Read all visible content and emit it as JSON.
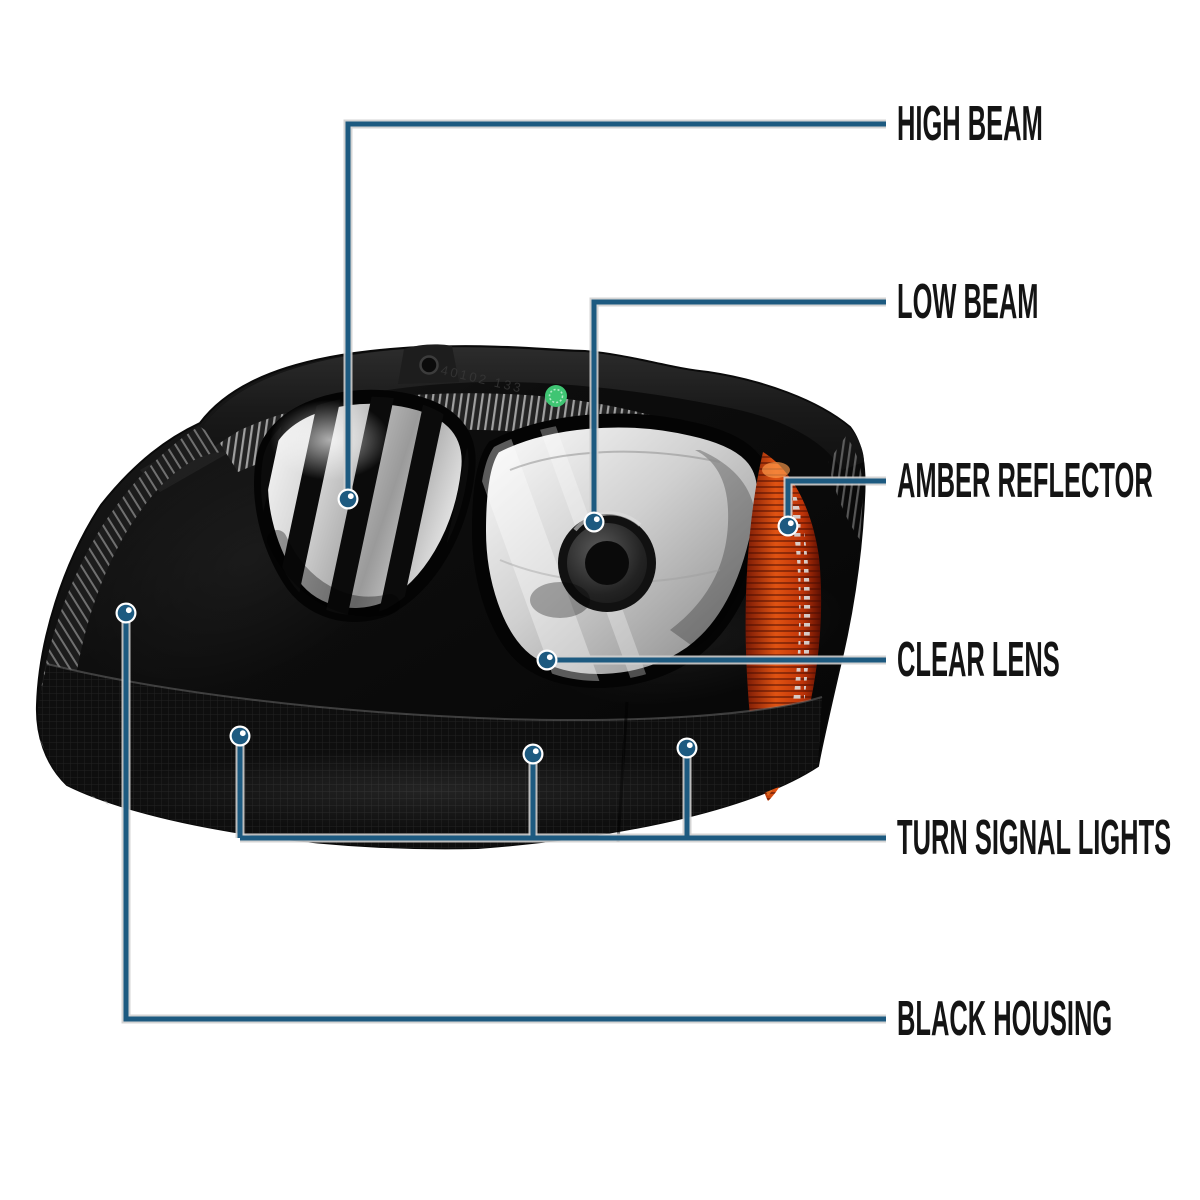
{
  "theme": {
    "accent": "#1d5a80",
    "line_casing": "#cfcfcf",
    "label_color": "#141414",
    "background": "#ffffff"
  },
  "diagram": {
    "part_marking": "40102 133",
    "callouts": [
      {
        "id": "high-beam",
        "label": "HIGH BEAM"
      },
      {
        "id": "low-beam",
        "label": "LOW BEAM"
      },
      {
        "id": "amber-reflector",
        "label": "AMBER REFLECTOR"
      },
      {
        "id": "clear-lens",
        "label": "CLEAR LENS"
      },
      {
        "id": "turn-signal-lights",
        "label": "TURN SIGNAL LIGHTS"
      },
      {
        "id": "black-housing",
        "label": "BLACK HOUSING"
      }
    ],
    "colors": {
      "housing": "#0d0d0d",
      "chrome": "#d9d9d9",
      "amber": "#d84410",
      "sticker_green": "#3fc573"
    }
  }
}
